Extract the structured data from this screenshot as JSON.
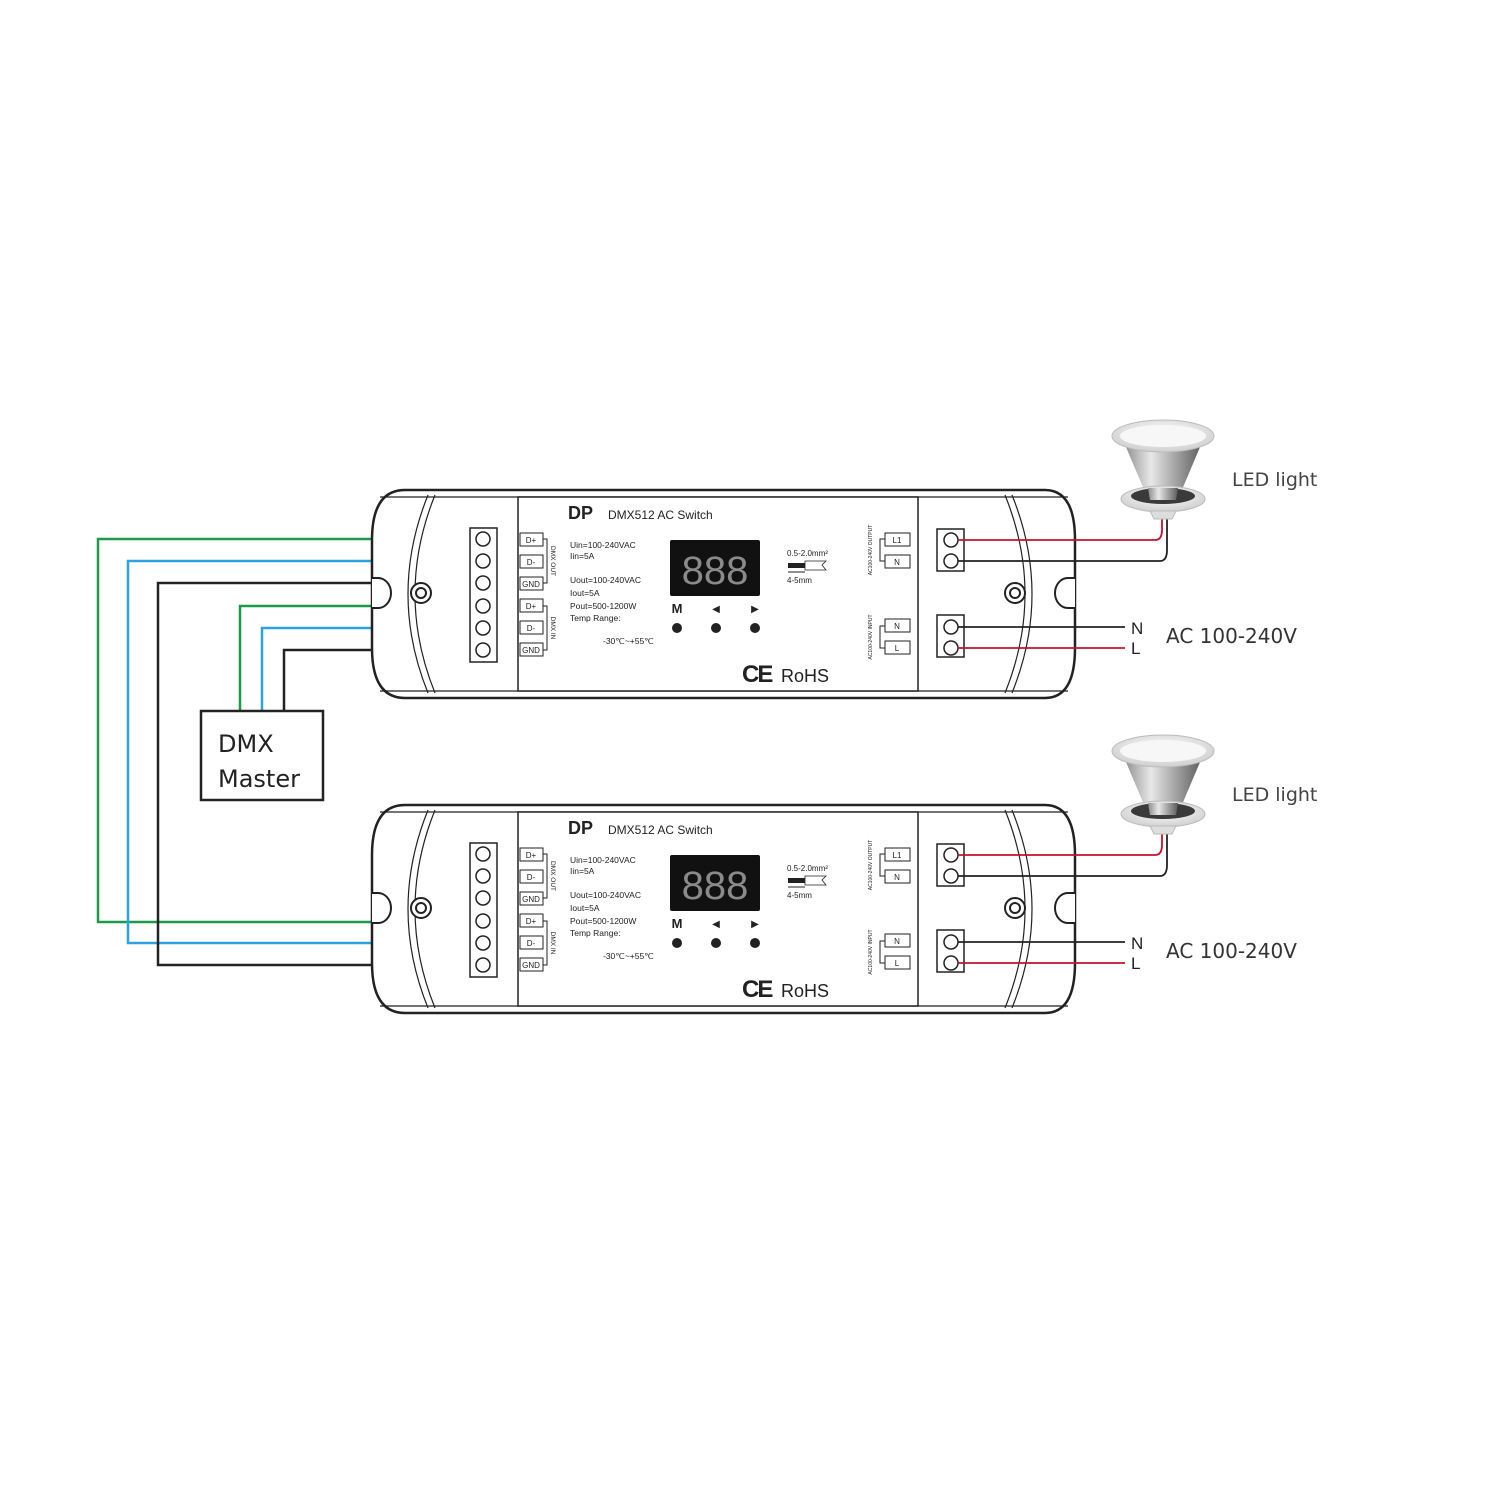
{
  "devices": [
    {
      "brand": "DP",
      "model": "DMX512 AC Switch",
      "dmx_labels": [
        "D+",
        "D-",
        "GND",
        "D+",
        "D-",
        "GND"
      ],
      "dmx_out_label": "DMX OUT",
      "dmx_in_label": "DMX IN",
      "specs": [
        "Uin=100-240VAC",
        "Iin=5A",
        "Uout=100-240VAC",
        "Iout=5A",
        "Pout=500-1200W",
        "Temp Range:",
        "-30℃~+55℃"
      ],
      "display": "888",
      "buttons": [
        "M",
        "◀",
        "▶"
      ],
      "wire_size": "0.5-2.0mm²",
      "strip_length": "4-5mm",
      "cert": "RoHS",
      "ce_mark": "CE",
      "output_labels": [
        "L1",
        "N"
      ],
      "output_group": "AC100-240V OUTPUT",
      "input_labels": [
        "N",
        "L"
      ],
      "input_group": "AC100-240V INPUT",
      "light_label": "LED light",
      "supply_n": "N",
      "supply_l": "L",
      "supply_label": "AC 100-240V"
    },
    {
      "brand": "DP",
      "model": "DMX512 AC Switch",
      "dmx_labels": [
        "D+",
        "D-",
        "GND",
        "D+",
        "D-",
        "GND"
      ],
      "dmx_out_label": "DMX OUT",
      "dmx_in_label": "DMX IN",
      "specs": [
        "Uin=100-240VAC",
        "Iin=5A",
        "Uout=100-240VAC",
        "Iout=5A",
        "Pout=500-1200W",
        "Temp Range:",
        "-30℃~+55℃"
      ],
      "display": "888",
      "buttons": [
        "M",
        "◀",
        "▶"
      ],
      "wire_size": "0.5-2.0mm²",
      "strip_length": "4-5mm",
      "cert": "RoHS",
      "ce_mark": "CE",
      "output_labels": [
        "L1",
        "N"
      ],
      "output_group": "AC100-240V OUTPUT",
      "input_labels": [
        "N",
        "L"
      ],
      "input_group": "AC100-240V INPUT",
      "light_label": "LED light",
      "supply_n": "N",
      "supply_l": "L",
      "supply_label": "AC 100-240V"
    }
  ],
  "dmx_master": {
    "line1": "DMX",
    "line2": "Master"
  },
  "colors": {
    "dmx_plus": "#1a9a4a",
    "dmx_minus": "#2aa3e0",
    "gnd": "#222222",
    "live": "#c8102e",
    "neutral": "#222222"
  }
}
